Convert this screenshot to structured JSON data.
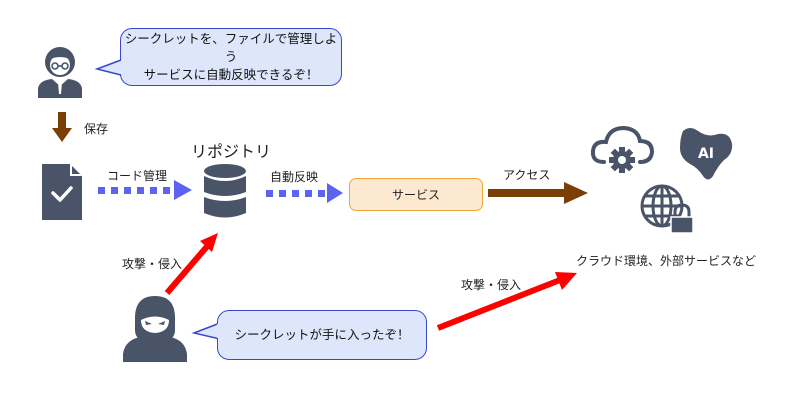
{
  "diagram": {
    "developer_bubble": {
      "line1": "シークレットを、ファイルで管理しよう",
      "line2": "サービスに自動反映できるぞ！"
    },
    "attacker_bubble": {
      "text": "シークレットが手に入ったぞ！"
    },
    "labels": {
      "save": "保存",
      "repository": "リポジトリ",
      "code_management": "コード管理",
      "auto_deploy": "自動反映",
      "access": "アクセス",
      "attack_left": "攻撃・侵入",
      "attack_right": "攻撃・侵入",
      "external": "クラウド環境、外部サービスなど"
    },
    "service_box": {
      "label": "サービス"
    },
    "icons": {
      "developer": "developer-person-icon",
      "file": "file-check-icon",
      "repository": "database-icon",
      "cloud": "cloud-gear-icon",
      "ai": "ai-blob-icon",
      "globe": "globe-lock-icon",
      "attacker": "hooded-attacker-icon"
    },
    "colors": {
      "icon": "#4a5468",
      "save_arrow": "#7b3f06",
      "access_arrow": "#7b3f06",
      "dotted_arrow": "#5b63f0",
      "attack_arrow": "#ff0000",
      "bubble_fill": "#dde6fb",
      "bubble_border": "#3a48c8",
      "service_fill": "#fde9d0",
      "service_border": "#f0a43c"
    }
  }
}
